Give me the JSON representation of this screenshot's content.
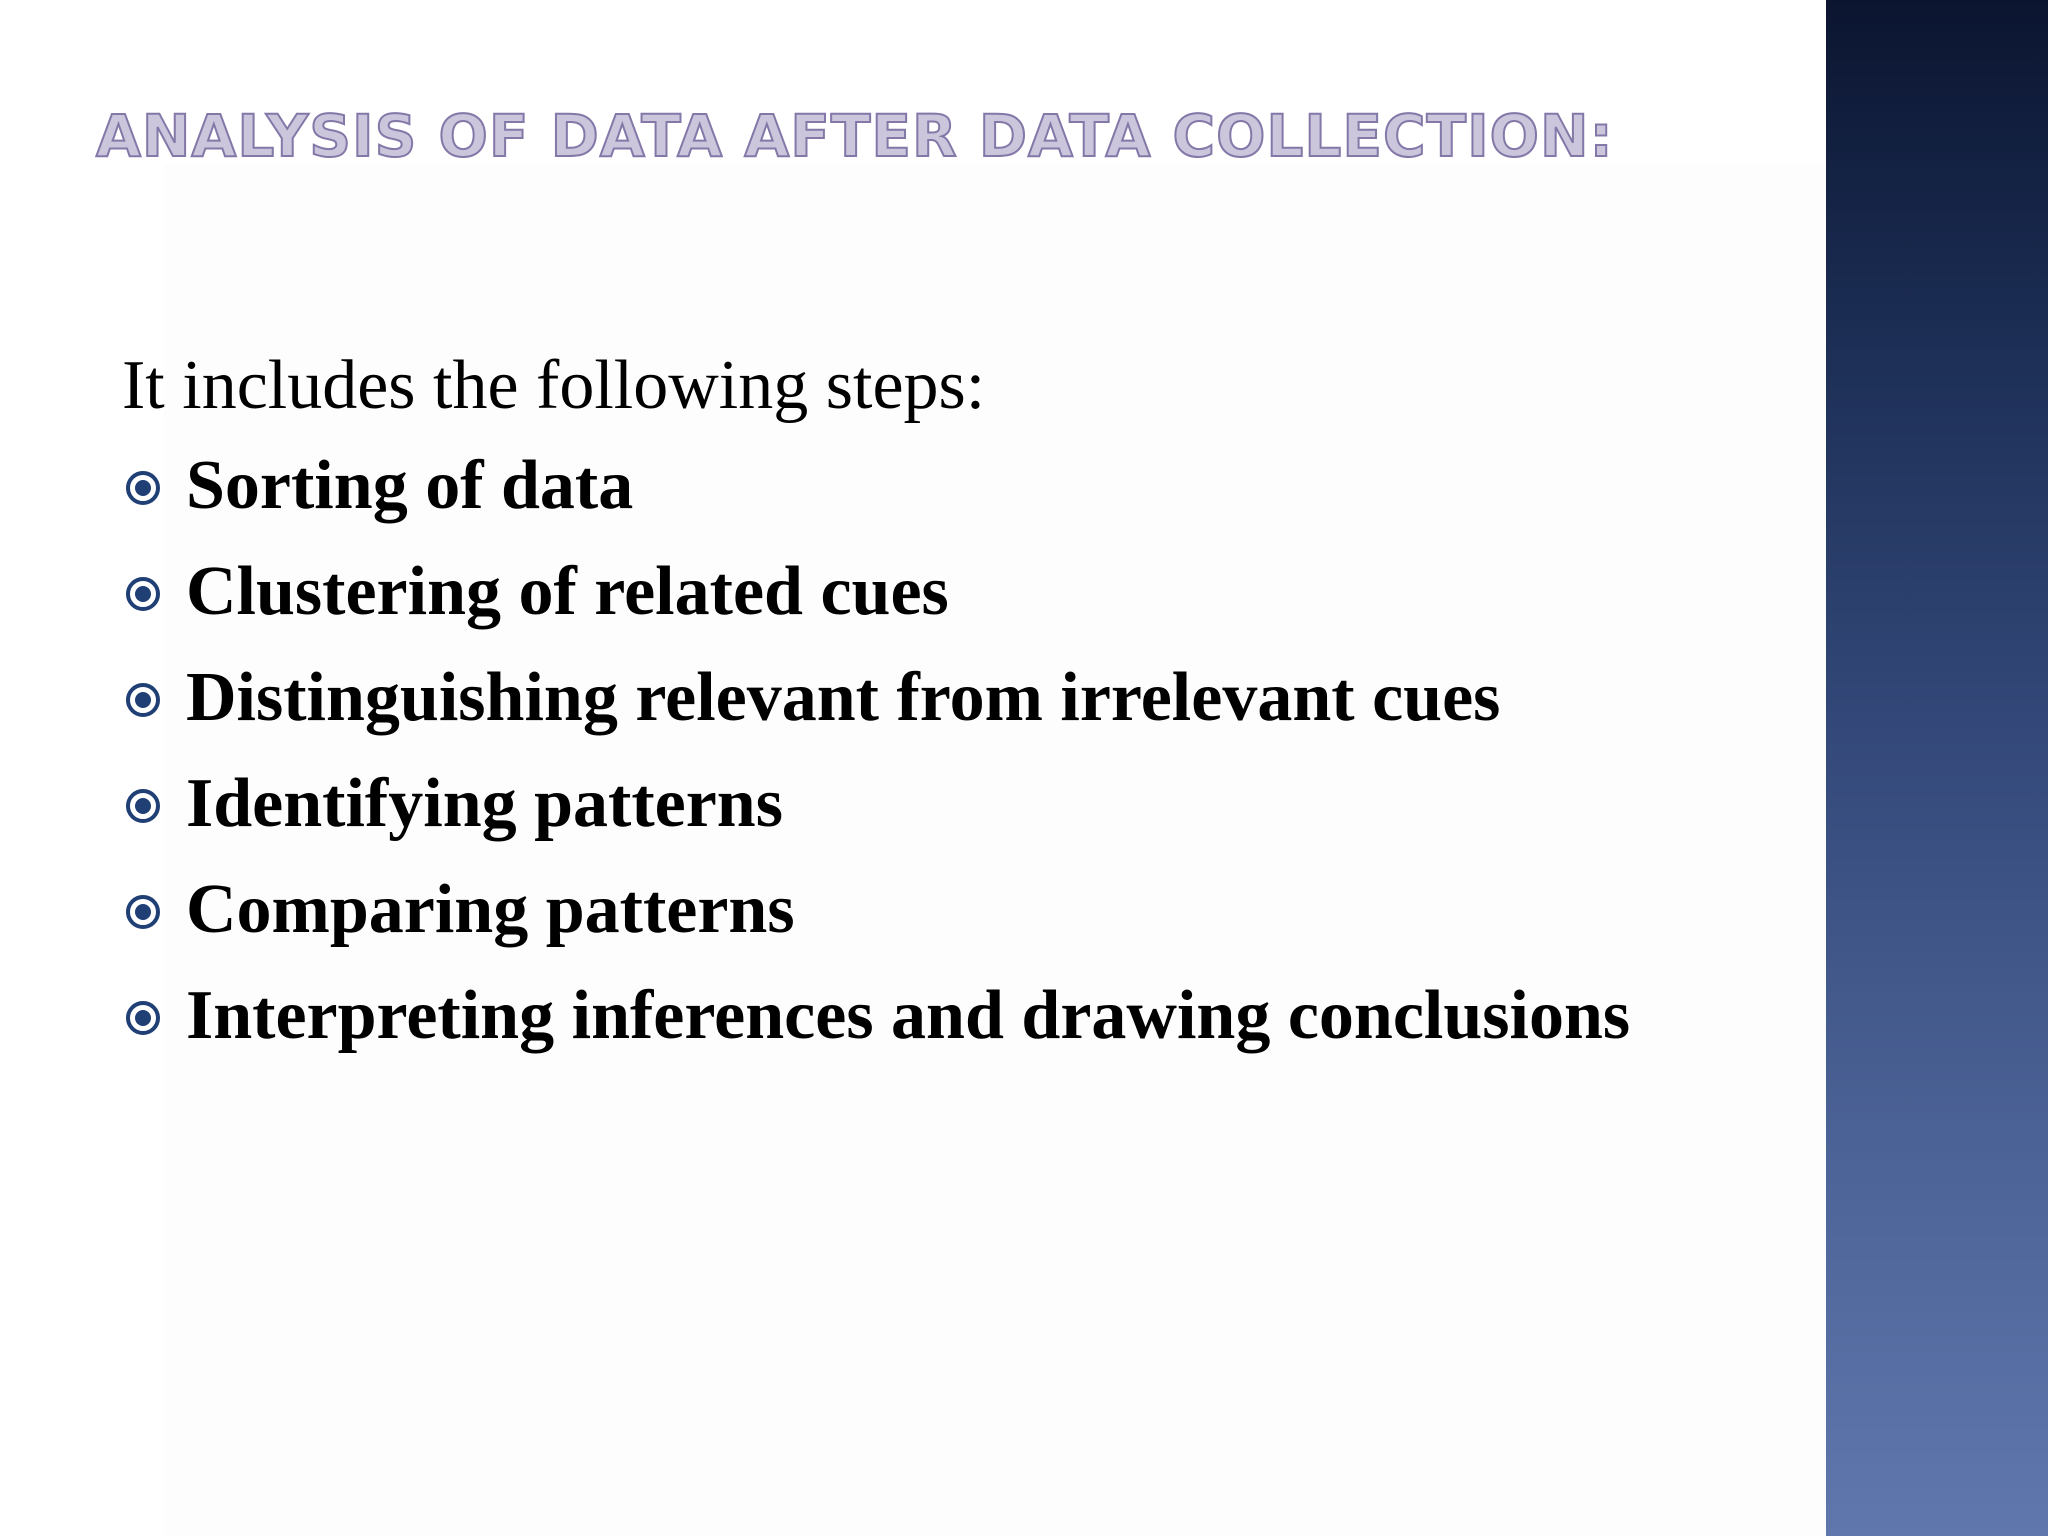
{
  "slide": {
    "title": "ANALYSIS OF DATA AFTER DATA COLLECTION:",
    "intro": "It includes the following steps:",
    "bullet_icon": "circled-dot-bullet-icon",
    "steps": [
      "Sorting of data",
      "Clustering of related cues",
      "Distinguishing relevant from irrelevant cues",
      "Identifying patterns",
      "Comparing patterns",
      "Interpreting inferences and drawing conclusions"
    ]
  },
  "colors": {
    "title_fill": "#ccc6dc",
    "title_outline": "#8378a8",
    "bullet": "#1f3f75",
    "text": "#000000",
    "side_band_top": "#0b1530",
    "side_band_bottom": "#5f77ad"
  }
}
